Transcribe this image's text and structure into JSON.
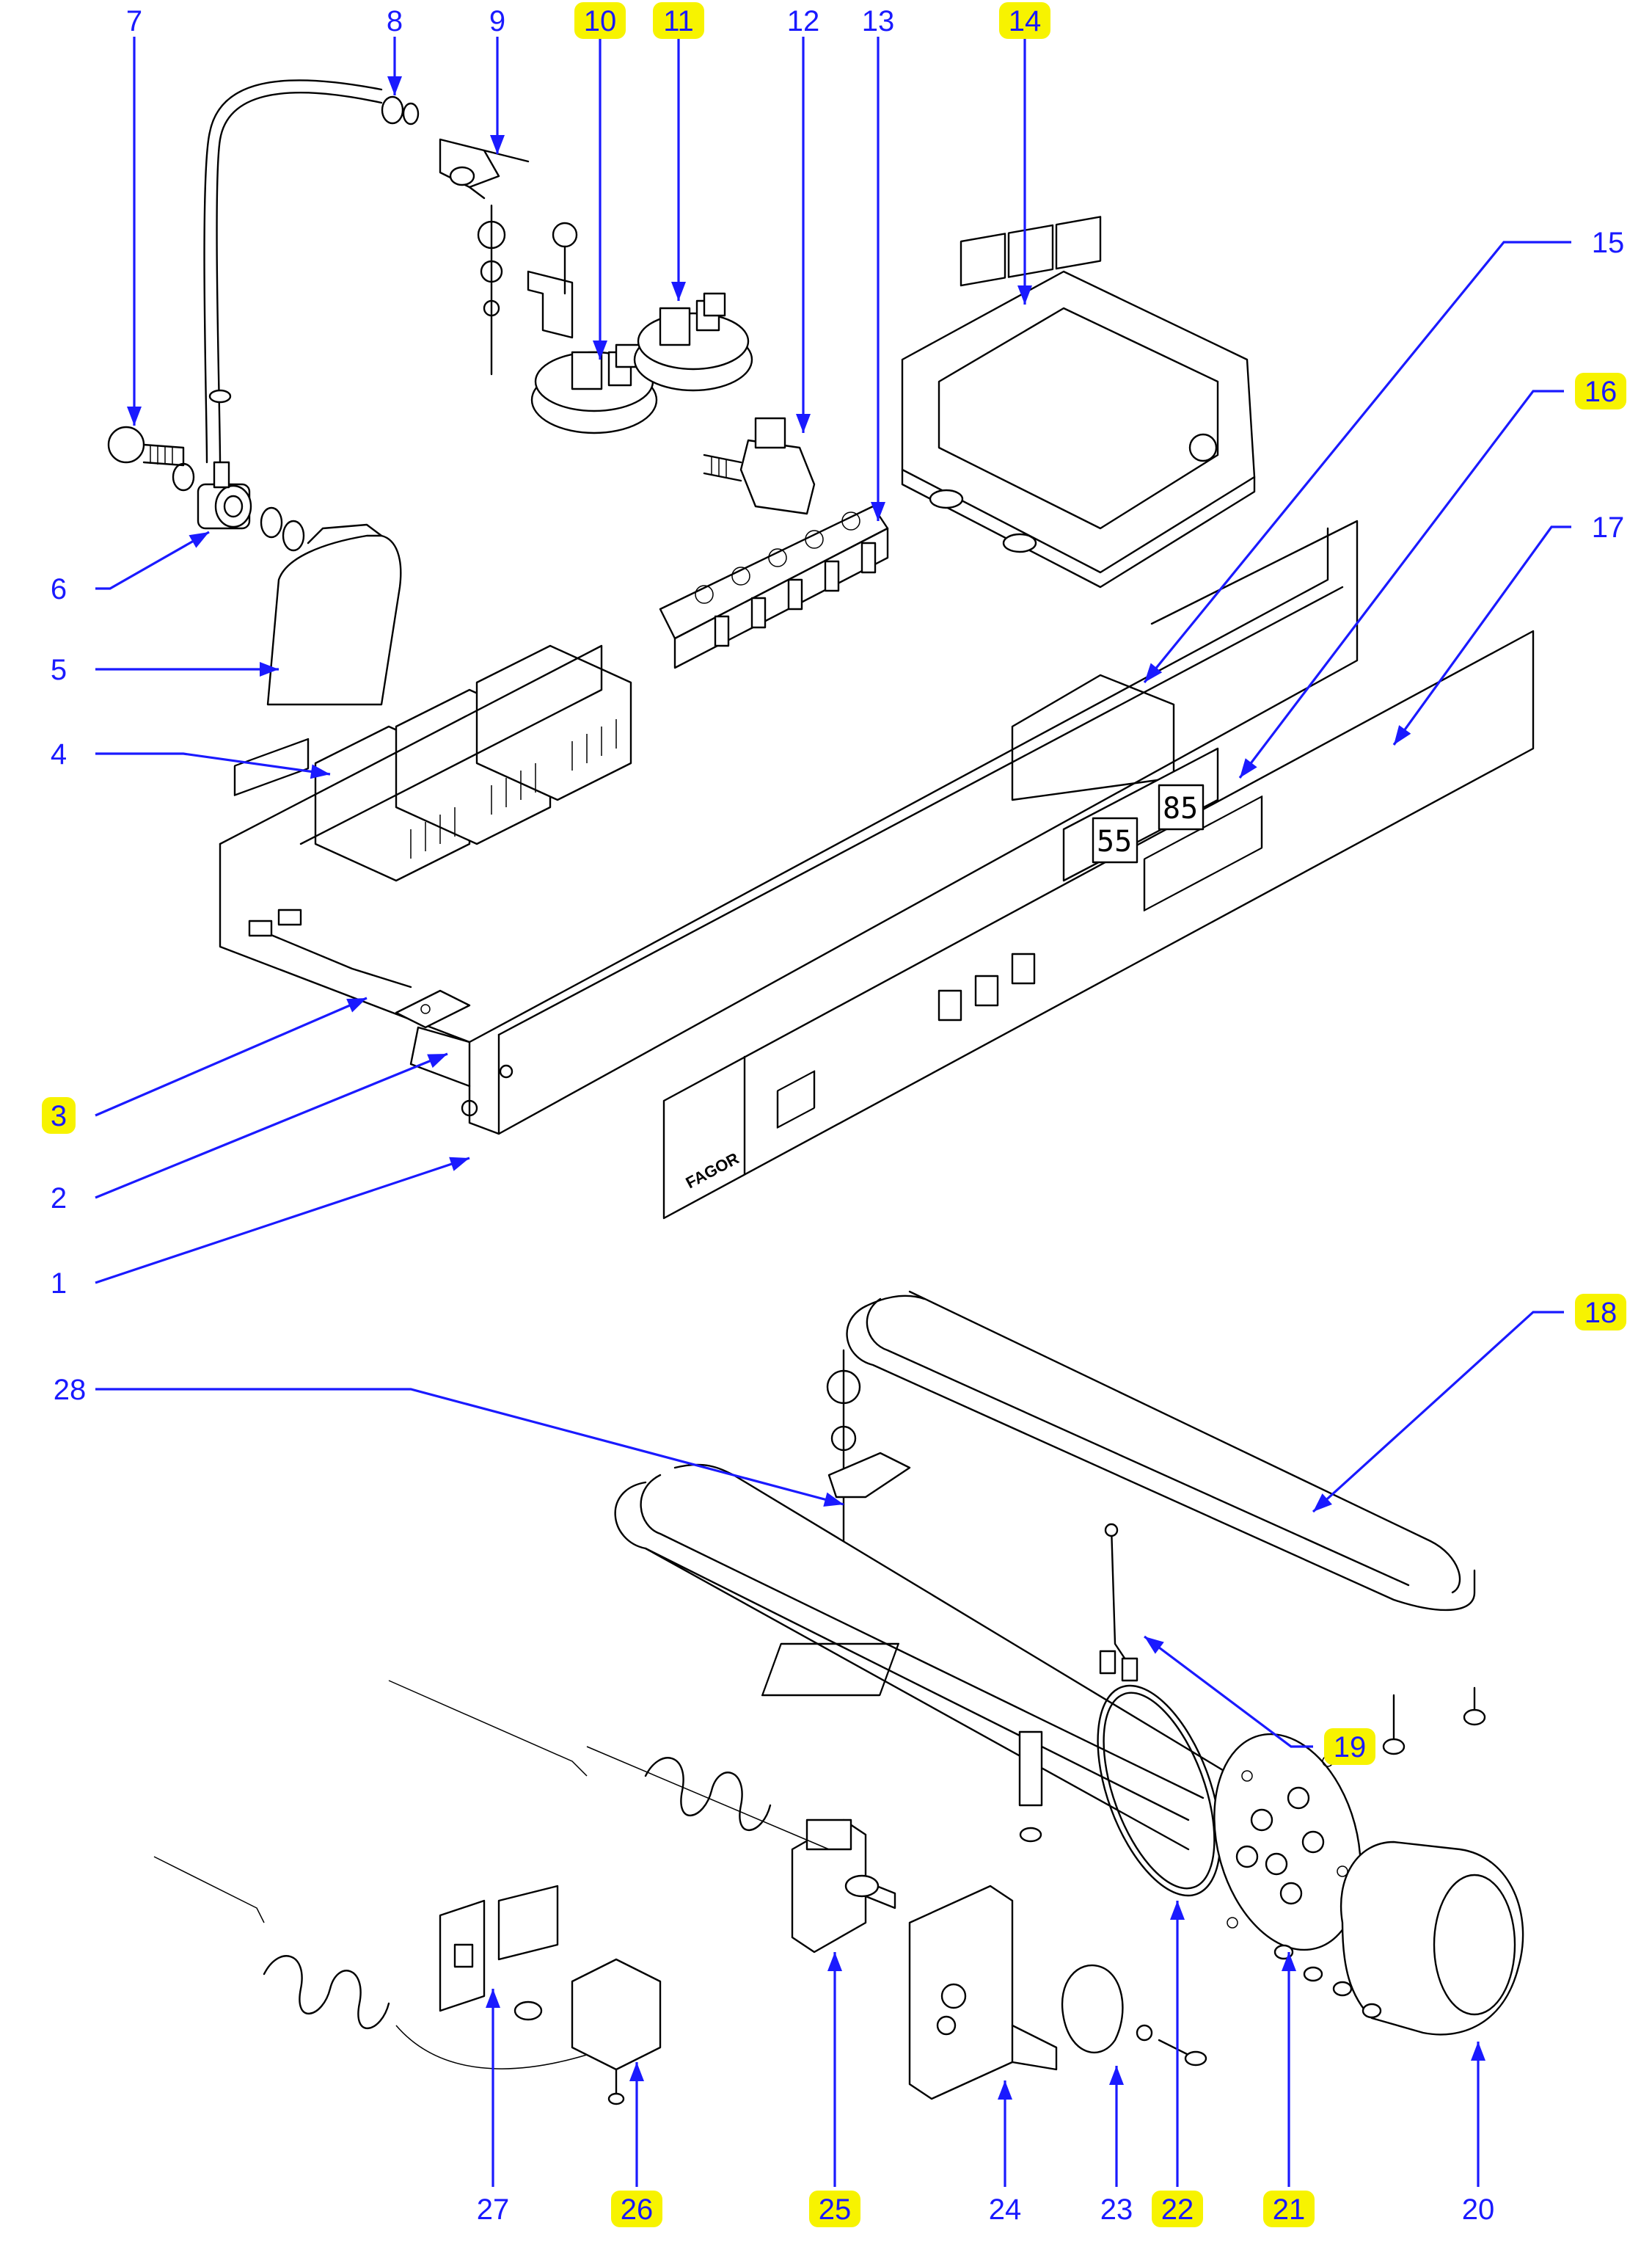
{
  "diagram": {
    "callouts": [
      {
        "id": "1",
        "label": "1",
        "highlighted": false
      },
      {
        "id": "2",
        "label": "2",
        "highlighted": false
      },
      {
        "id": "3",
        "label": "3",
        "highlighted": true
      },
      {
        "id": "4",
        "label": "4",
        "highlighted": false
      },
      {
        "id": "5",
        "label": "5",
        "highlighted": false
      },
      {
        "id": "6",
        "label": "6",
        "highlighted": false
      },
      {
        "id": "7",
        "label": "7",
        "highlighted": false
      },
      {
        "id": "8",
        "label": "8",
        "highlighted": false
      },
      {
        "id": "9",
        "label": "9",
        "highlighted": false
      },
      {
        "id": "10",
        "label": "10",
        "highlighted": true
      },
      {
        "id": "11",
        "label": "11",
        "highlighted": true
      },
      {
        "id": "12",
        "label": "12",
        "highlighted": false
      },
      {
        "id": "13",
        "label": "13",
        "highlighted": false
      },
      {
        "id": "14",
        "label": "14",
        "highlighted": true
      },
      {
        "id": "15",
        "label": "15",
        "highlighted": false
      },
      {
        "id": "16",
        "label": "16",
        "highlighted": true
      },
      {
        "id": "17",
        "label": "17",
        "highlighted": false
      },
      {
        "id": "18",
        "label": "18",
        "highlighted": true
      },
      {
        "id": "19",
        "label": "19",
        "highlighted": true
      },
      {
        "id": "20",
        "label": "20",
        "highlighted": false
      },
      {
        "id": "21",
        "label": "21",
        "highlighted": true
      },
      {
        "id": "22",
        "label": "22",
        "highlighted": true
      },
      {
        "id": "23",
        "label": "23",
        "highlighted": false
      },
      {
        "id": "24",
        "label": "24",
        "highlighted": false
      },
      {
        "id": "25",
        "label": "25",
        "highlighted": true
      },
      {
        "id": "26",
        "label": "26",
        "highlighted": true
      },
      {
        "id": "27",
        "label": "27",
        "highlighted": false
      },
      {
        "id": "28",
        "label": "28",
        "highlighted": false
      }
    ],
    "panel_logo": "FAGOR",
    "display_left": "55",
    "display_right": "85",
    "colors": {
      "leader": "#1a1aff",
      "highlight": "#f7f300",
      "linework": "#000000"
    }
  }
}
